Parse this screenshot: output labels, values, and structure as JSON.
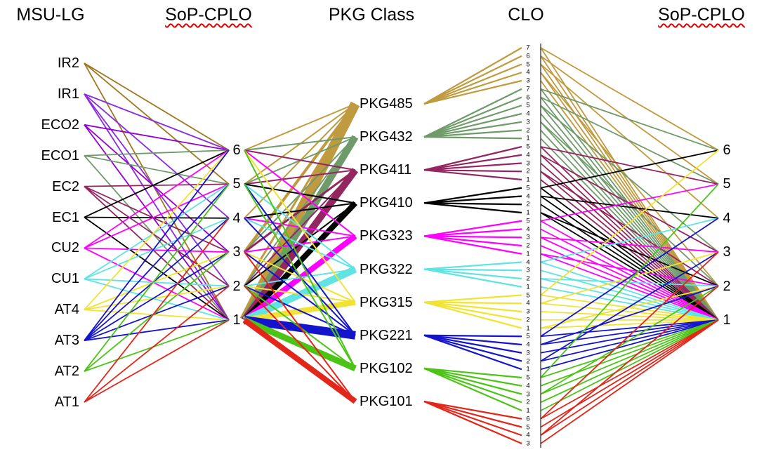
{
  "headers": [
    "MSU-LG",
    "SoP-CPLO",
    "PKG Class",
    "CLO",
    "SoP-CPLO"
  ],
  "accent": {
    "misspelling_underline": "#e10000",
    "axis_line": "#222222"
  },
  "msu_lg": [
    {
      "label": "IR2",
      "color": "#a07820",
      "cplos": [
        6,
        5,
        1
      ]
    },
    {
      "label": "IR1",
      "color": "#8a2be2",
      "cplos": [
        6,
        4,
        2,
        1
      ]
    },
    {
      "label": "ECO2",
      "color": "#9400d3",
      "cplos": [
        6,
        3,
        1
      ]
    },
    {
      "label": "ECO1",
      "color": "#6f9b6a",
      "cplos": [
        6,
        5,
        1
      ]
    },
    {
      "label": "EC2",
      "color": "#93265f",
      "cplos": [
        5,
        3,
        2,
        1
      ]
    },
    {
      "label": "EC1",
      "color": "#000000",
      "cplos": [
        6,
        4,
        1
      ]
    },
    {
      "label": "CU2",
      "color": "#ff00ff",
      "cplos": [
        6,
        5,
        3,
        1
      ]
    },
    {
      "label": "CU1",
      "color": "#5fe3e3",
      "cplos": [
        5,
        4,
        2,
        1
      ]
    },
    {
      "label": "AT4",
      "color": "#f1e333",
      "cplos": [
        6,
        3,
        2,
        1
      ]
    },
    {
      "label": "AT3",
      "color": "#1414cc",
      "cplos": [
        6,
        5,
        4,
        3,
        2,
        1
      ]
    },
    {
      "label": "AT2",
      "color": "#4cc417",
      "cplos": [
        5,
        3,
        1
      ]
    },
    {
      "label": "AT1",
      "color": "#e2261a",
      "cplos": [
        4,
        2,
        1
      ]
    }
  ],
  "sop_cplo_left": [
    "6",
    "5",
    "4",
    "3",
    "2",
    "1"
  ],
  "sop_cplo_right": [
    "6",
    "5",
    "4",
    "3",
    "2",
    "1"
  ],
  "pkg_classes": [
    {
      "label": "PKG485",
      "color": "#c09a3e",
      "from_cplo": [
        {
          "cplo": 6,
          "w": 2
        },
        {
          "cplo": 5,
          "w": 2
        },
        {
          "cplo": 4,
          "w": 2
        },
        {
          "cplo": 3,
          "w": 4
        },
        {
          "cplo": 2,
          "w": 3
        },
        {
          "cplo": 1,
          "w": 14
        }
      ],
      "clo_links": [
        {
          "clo": "7",
          "to": [
            6,
            1
          ]
        },
        {
          "clo": "6",
          "to": [
            5,
            1
          ]
        },
        {
          "clo": "5",
          "to": [
            4,
            1
          ]
        },
        {
          "clo": "4",
          "to": [
            2,
            1
          ]
        },
        {
          "clo": "3",
          "to": [
            1
          ]
        }
      ]
    },
    {
      "label": "PKG432",
      "color": "#6f9b6a",
      "from_cplo": [
        {
          "cplo": 6,
          "w": 2
        },
        {
          "cplo": 5,
          "w": 2
        },
        {
          "cplo": 3,
          "w": 2
        },
        {
          "cplo": 2,
          "w": 2
        },
        {
          "cplo": 1,
          "w": 10
        }
      ],
      "clo_links": [
        {
          "clo": "7",
          "to": [
            6,
            1
          ]
        },
        {
          "clo": "6",
          "to": [
            5,
            1
          ]
        },
        {
          "clo": "5",
          "to": [
            3,
            1
          ]
        },
        {
          "clo": "4",
          "to": [
            1
          ]
        },
        {
          "clo": "3",
          "to": [
            2,
            1
          ]
        },
        {
          "clo": "2",
          "to": [
            1
          ]
        },
        {
          "clo": "1",
          "to": [
            1
          ]
        }
      ]
    },
    {
      "label": "PKG411",
      "color": "#93265f",
      "from_cplo": [
        {
          "cplo": 6,
          "w": 2
        },
        {
          "cplo": 5,
          "w": 2
        },
        {
          "cplo": 3,
          "w": 3
        },
        {
          "cplo": 2,
          "w": 2
        },
        {
          "cplo": 1,
          "w": 10
        }
      ],
      "clo_links": [
        {
          "clo": "5",
          "to": [
            5,
            1
          ]
        },
        {
          "clo": "4",
          "to": [
            3,
            1
          ]
        },
        {
          "clo": "3",
          "to": [
            1
          ]
        },
        {
          "clo": "2",
          "to": [
            2,
            1
          ]
        },
        {
          "clo": "1",
          "to": [
            1
          ]
        }
      ]
    },
    {
      "label": "PKG410",
      "color": "#000000",
      "from_cplo": [
        {
          "cplo": 5,
          "w": 2
        },
        {
          "cplo": 4,
          "w": 2
        },
        {
          "cplo": 2,
          "w": 2
        },
        {
          "cplo": 1,
          "w": 8
        }
      ],
      "clo_links": [
        {
          "clo": "5",
          "to": [
            6,
            1
          ]
        },
        {
          "clo": "4",
          "to": [
            4,
            1
          ]
        },
        {
          "clo": "2",
          "to": [
            1
          ]
        },
        {
          "clo": "1",
          "to": [
            2,
            1
          ]
        }
      ]
    },
    {
      "label": "PKG323",
      "color": "#ff00ff",
      "from_cplo": [
        {
          "cplo": 6,
          "w": 2
        },
        {
          "cplo": 4,
          "w": 2
        },
        {
          "cplo": 3,
          "w": 2
        },
        {
          "cplo": 1,
          "w": 8
        }
      ],
      "clo_links": [
        {
          "clo": "5",
          "to": [
            5,
            1
          ]
        },
        {
          "clo": "4",
          "to": [
            1
          ]
        },
        {
          "clo": "3",
          "to": [
            3,
            1
          ]
        },
        {
          "clo": "2",
          "to": [
            1
          ]
        },
        {
          "clo": "1",
          "to": [
            2,
            1
          ]
        }
      ]
    },
    {
      "label": "PKG322",
      "color": "#5fe3e3",
      "from_cplo": [
        {
          "cplo": 5,
          "w": 2
        },
        {
          "cplo": 4,
          "w": 2
        },
        {
          "cplo": 2,
          "w": 2
        },
        {
          "cplo": 1,
          "w": 10
        }
      ],
      "clo_links": [
        {
          "clo": "4",
          "to": [
            4,
            1
          ]
        },
        {
          "clo": "3",
          "to": [
            1
          ]
        },
        {
          "clo": "2",
          "to": [
            2,
            1
          ]
        },
        {
          "clo": "1",
          "to": [
            1
          ]
        }
      ]
    },
    {
      "label": "PKG315",
      "color": "#f1e333",
      "from_cplo": [
        {
          "cplo": 6,
          "w": 2
        },
        {
          "cplo": 3,
          "w": 2
        },
        {
          "cplo": 2,
          "w": 2
        },
        {
          "cplo": 1,
          "w": 8
        }
      ],
      "clo_links": [
        {
          "clo": "5",
          "to": [
            6,
            1
          ]
        },
        {
          "clo": "4",
          "to": [
            3,
            1
          ]
        },
        {
          "clo": "3",
          "to": [
            1
          ]
        },
        {
          "clo": "2",
          "to": [
            1
          ]
        },
        {
          "clo": "1",
          "to": [
            2,
            1
          ]
        }
      ]
    },
    {
      "label": "PKG221",
      "color": "#1414cc",
      "from_cplo": [
        {
          "cplo": 5,
          "w": 2
        },
        {
          "cplo": 4,
          "w": 2
        },
        {
          "cplo": 3,
          "w": 2
        },
        {
          "cplo": 2,
          "w": 2
        },
        {
          "cplo": 1,
          "w": 12
        }
      ],
      "clo_links": [
        {
          "clo": "5",
          "to": [
            4,
            1
          ]
        },
        {
          "clo": "4",
          "to": [
            2,
            1
          ]
        },
        {
          "clo": "3",
          "to": [
            1
          ]
        },
        {
          "clo": "2",
          "to": [
            3,
            1
          ]
        },
        {
          "clo": "1",
          "to": [
            1
          ]
        }
      ]
    },
    {
      "label": "PKG102",
      "color": "#4cc417",
      "from_cplo": [
        {
          "cplo": 6,
          "w": 2
        },
        {
          "cplo": 5,
          "w": 2
        },
        {
          "cplo": 2,
          "w": 2
        },
        {
          "cplo": 1,
          "w": 9
        }
      ],
      "clo_links": [
        {
          "clo": "5",
          "to": [
            5,
            1
          ]
        },
        {
          "clo": "4",
          "to": [
            1
          ]
        },
        {
          "clo": "3",
          "to": [
            2,
            1
          ]
        },
        {
          "clo": "2",
          "to": [
            1
          ]
        },
        {
          "clo": "1",
          "to": [
            1
          ]
        }
      ]
    },
    {
      "label": "PKG101",
      "color": "#e2261a",
      "from_cplo": [
        {
          "cplo": 3,
          "w": 2
        },
        {
          "cplo": 2,
          "w": 2
        },
        {
          "cplo": 1,
          "w": 8
        }
      ],
      "clo_links": [
        {
          "clo": "6",
          "to": [
            3,
            1
          ]
        },
        {
          "clo": "5",
          "to": [
            1
          ]
        },
        {
          "clo": "4",
          "to": [
            2,
            1
          ]
        },
        {
          "clo": "3",
          "to": [
            1
          ]
        }
      ]
    }
  ]
}
